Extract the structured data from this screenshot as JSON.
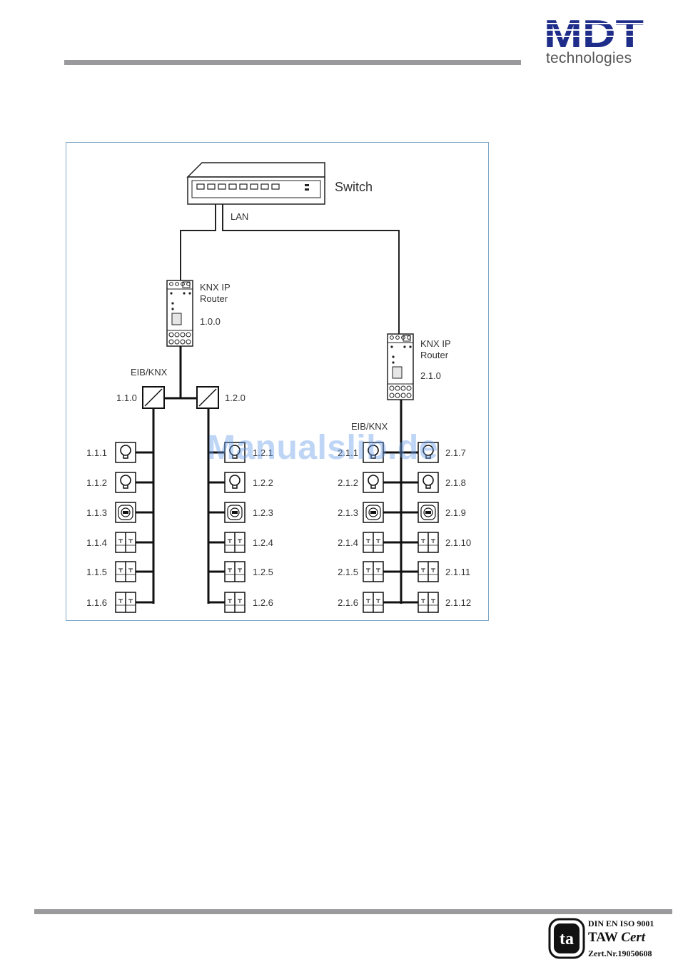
{
  "header": {
    "brand": "MDT",
    "brand_sub": "technologies"
  },
  "diagram": {
    "switch_label": "Switch",
    "lan_label": "LAN",
    "routers": [
      {
        "name_line1": "KNX IP",
        "name_line2": "Router",
        "address": "1.0.0"
      },
      {
        "name_line1": "KNX IP",
        "name_line2": "Router",
        "address": "2.1.0"
      }
    ],
    "bus_labels": [
      "EIB/KNX",
      "EIB/KNX"
    ],
    "couplers": [
      "1.1.0",
      "1.2.0"
    ],
    "lines": [
      {
        "devices": [
          {
            "address": "1.1.1",
            "type": "lamp"
          },
          {
            "address": "1.1.2",
            "type": "lamp"
          },
          {
            "address": "1.1.3",
            "type": "sensor"
          },
          {
            "address": "1.1.4",
            "type": "pushbutton"
          },
          {
            "address": "1.1.5",
            "type": "pushbutton"
          },
          {
            "address": "1.1.6",
            "type": "pushbutton"
          }
        ]
      },
      {
        "devices": [
          {
            "address": "1.2.1",
            "type": "lamp"
          },
          {
            "address": "1.2.2",
            "type": "lamp"
          },
          {
            "address": "1.2.3",
            "type": "sensor"
          },
          {
            "address": "1.2.4",
            "type": "pushbutton"
          },
          {
            "address": "1.2.5",
            "type": "pushbutton"
          },
          {
            "address": "1.2.6",
            "type": "pushbutton"
          }
        ]
      },
      {
        "devices": [
          {
            "address": "2.1.1",
            "type": "lamp"
          },
          {
            "address": "2.1.2",
            "type": "lamp"
          },
          {
            "address": "2.1.3",
            "type": "sensor"
          },
          {
            "address": "2.1.4",
            "type": "pushbutton"
          },
          {
            "address": "2.1.5",
            "type": "pushbutton"
          },
          {
            "address": "2.1.6",
            "type": "pushbutton"
          }
        ]
      },
      {
        "devices": [
          {
            "address": "2.1.7",
            "type": "lamp"
          },
          {
            "address": "2.1.8",
            "type": "lamp"
          },
          {
            "address": "2.1.9",
            "type": "sensor"
          },
          {
            "address": "2.1.10",
            "type": "pushbutton"
          },
          {
            "address": "2.1.11",
            "type": "pushbutton"
          },
          {
            "address": "2.1.12",
            "type": "pushbutton"
          }
        ]
      }
    ]
  },
  "watermark": "Manualslib.de",
  "certification": {
    "line1": "DIN EN ISO 9001",
    "line2_a": "TAW",
    "line2_b": "Cert",
    "line3": "Zert.Nr.19050608",
    "badge_mark": "ta"
  }
}
